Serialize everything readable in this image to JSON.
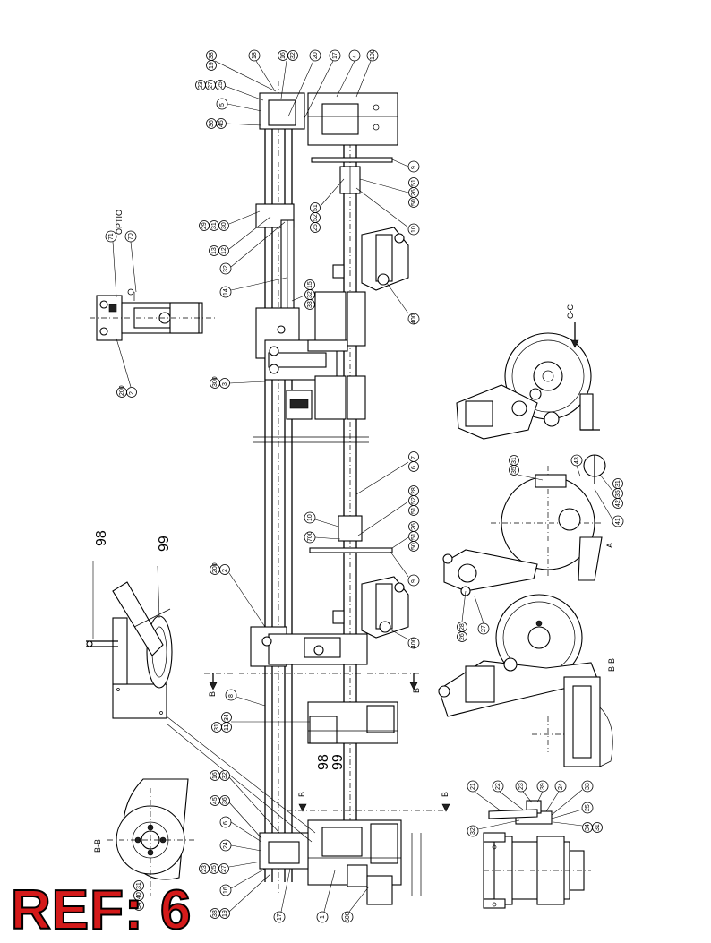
{
  "ref_label": "REF: 6",
  "section_labels": {
    "b_b_top": "B-B",
    "b_b_left": "B-B",
    "c_c": "C-C",
    "a": "A",
    "b1": "B",
    "b2": "B",
    "b3": "B",
    "b4": "B"
  },
  "option_label": "OPTIO",
  "callouts": {
    "c_98_large": "98",
    "c_99_large": "99",
    "c_98_mid": "98",
    "c_99_mid": "99"
  },
  "balloons": {
    "t1": "38",
    "t2": "19",
    "t3": "18",
    "t4": "16",
    "t5": "32",
    "t6": "20",
    "t7": "17",
    "t8": "4",
    "t9": "100",
    "t10": "23",
    "t11": "27",
    "t12": "25",
    "t13": "5",
    "t14": "36",
    "t15": "45",
    "t16": "9",
    "t17": "51",
    "t18": "26",
    "t19": "50",
    "t20": "10",
    "t21": "51",
    "t22": "52",
    "t23": "26",
    "t24": "29",
    "t25": "31",
    "t26": "30",
    "t27": "13",
    "t28": "12",
    "t29": "32",
    "t30": "14",
    "t31": "15",
    "t32": "32",
    "t33": "33",
    "t34": "400",
    "o1": "71",
    "o2": "70",
    "o3": "200",
    "o4": "2",
    "m1": "300",
    "m2": "3",
    "m3": "7",
    "m4": "6",
    "m5": "28",
    "m6": "52",
    "m7": "51",
    "m8": "10",
    "m9": "700",
    "m10": "26",
    "m11": "51",
    "m12": "50",
    "m13": "9",
    "m14": "400",
    "m15": "200",
    "m16": "2",
    "r1": "31",
    "r2": "35",
    "r3": "43",
    "r4": "41",
    "r5": "31",
    "r6": "35",
    "r7": "42",
    "r8": "28",
    "r9": "26",
    "r10": "27",
    "l1": "8",
    "l2": "31",
    "l3": "11",
    "l4": "34",
    "b1": "16",
    "b2": "32",
    "b3": "45",
    "b4": "36",
    "b5": "6",
    "b6": "24",
    "b7": "23",
    "b8": "25",
    "b9": "27",
    "b10": "16",
    "b11": "38",
    "b12": "19",
    "b13": "17",
    "b14": "1",
    "b15": "500",
    "x1": "40",
    "x2": "31",
    "x3": "34",
    "d1": "21",
    "d2": "22",
    "d3": "23",
    "d4": "39",
    "d5": "24",
    "d6": "33",
    "d7": "25",
    "d8": "34",
    "d9": "31",
    "d10": "32"
  }
}
